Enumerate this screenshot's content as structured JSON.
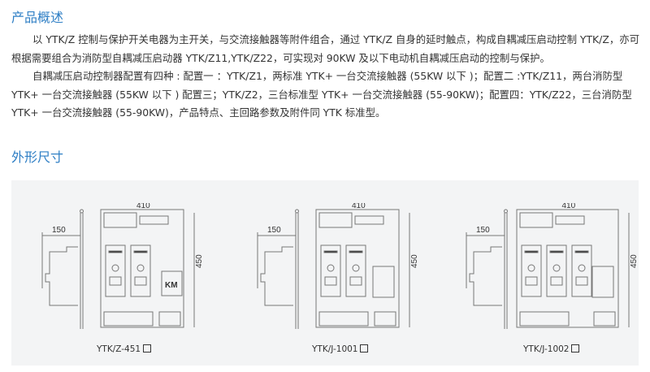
{
  "overview": {
    "title": "产品概述",
    "para1": "以 YTK/Z 控制与保护开关电器为主开关，与交流接触器等附件组合，通过 YTK/Z 自身的延时触点，构成自耦减压启动控制 YTK/Z，亦可根据需要组合为消防型自耦减压启动器 YTK/Z11,YTK/Z22，可实现对 90KW 及以下电动机自耦减压启动的控制与保护。",
    "para2": "自耦减压启动控制器配置有四种 : 配置一 ：YTK/Z1，两标准 YTK+ 一台交流接触器 (55KW 以下 )；配置二 :YTK/Z11，两台消防型 YTK+ 一台交流接触器 (55KW 以下 ) 配置三；YTK/Z2，三台标准型 YTK+ 一台交流接触器 (55-90KW)；配置四：YTK/Z22，三台消防型 YTK+ 一台交流接触器 (55-90KW)，产品特点、主回路参数及附件同 YTK 标准型。"
  },
  "dimensions": {
    "title": "外形尺寸",
    "width_label": "410",
    "height_label": "450",
    "depth_label": "150",
    "km_label": "KM",
    "models": [
      {
        "caption": "YTK/Z-451"
      },
      {
        "caption": "YTK/J-1001"
      },
      {
        "caption": "YTK/J-1002"
      }
    ]
  }
}
